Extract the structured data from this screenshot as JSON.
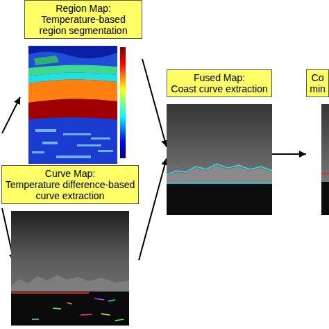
{
  "diagram": {
    "nodes": [
      {
        "text": [
          "Region Map:",
          "Temperature-based region segmentation"
        ]
      },
      {
        "text": [
          "Curve Map:",
          "Temperature difference-based curve extraction"
        ]
      },
      {
        "text": [
          "Fused Map:",
          "Coast curve extraction"
        ]
      },
      {
        "text": [
          "Co",
          "min"
        ]
      }
    ],
    "edges": [
      {
        "from": 0,
        "to": 2,
        "arrow": "to"
      },
      {
        "from": 1,
        "to": 2,
        "arrow": "to"
      },
      {
        "from": 2,
        "to": 3,
        "arrow": "to"
      }
    ]
  }
}
